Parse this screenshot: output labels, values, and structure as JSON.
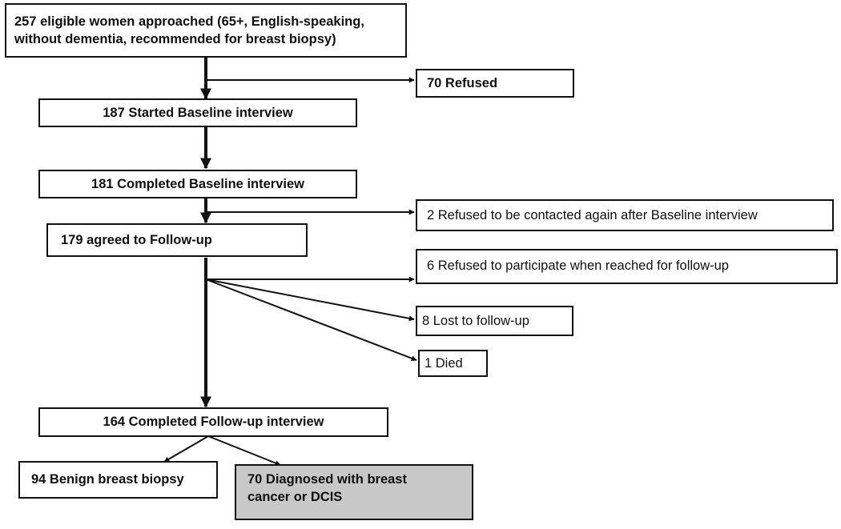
{
  "colors": {
    "stroke": "#111111",
    "box_fill": "#ffffff",
    "highlight_fill": "#c8c8c8"
  },
  "boxes": {
    "approached_line1": "257 eligible women approached (65+, English-speaking,",
    "approached_line2": "without dementia, recommended for breast biopsy)",
    "refused": "70 Refused",
    "started_baseline": "187 Started Baseline interview",
    "completed_baseline": "181 Completed Baseline interview",
    "refused_contact": "2 Refused to be contacted again after Baseline interview",
    "agreed_followup": "179 agreed to Follow-up",
    "refused_participate": "6 Refused to participate when reached for follow-up",
    "lost": "8 Lost to follow-up",
    "died": "1 Died",
    "completed_followup": "164 Completed Follow-up interview",
    "benign": "94 Benign breast biopsy",
    "cancer_line1": "70 Diagnosed with breast",
    "cancer_line2": "cancer or DCIS"
  }
}
